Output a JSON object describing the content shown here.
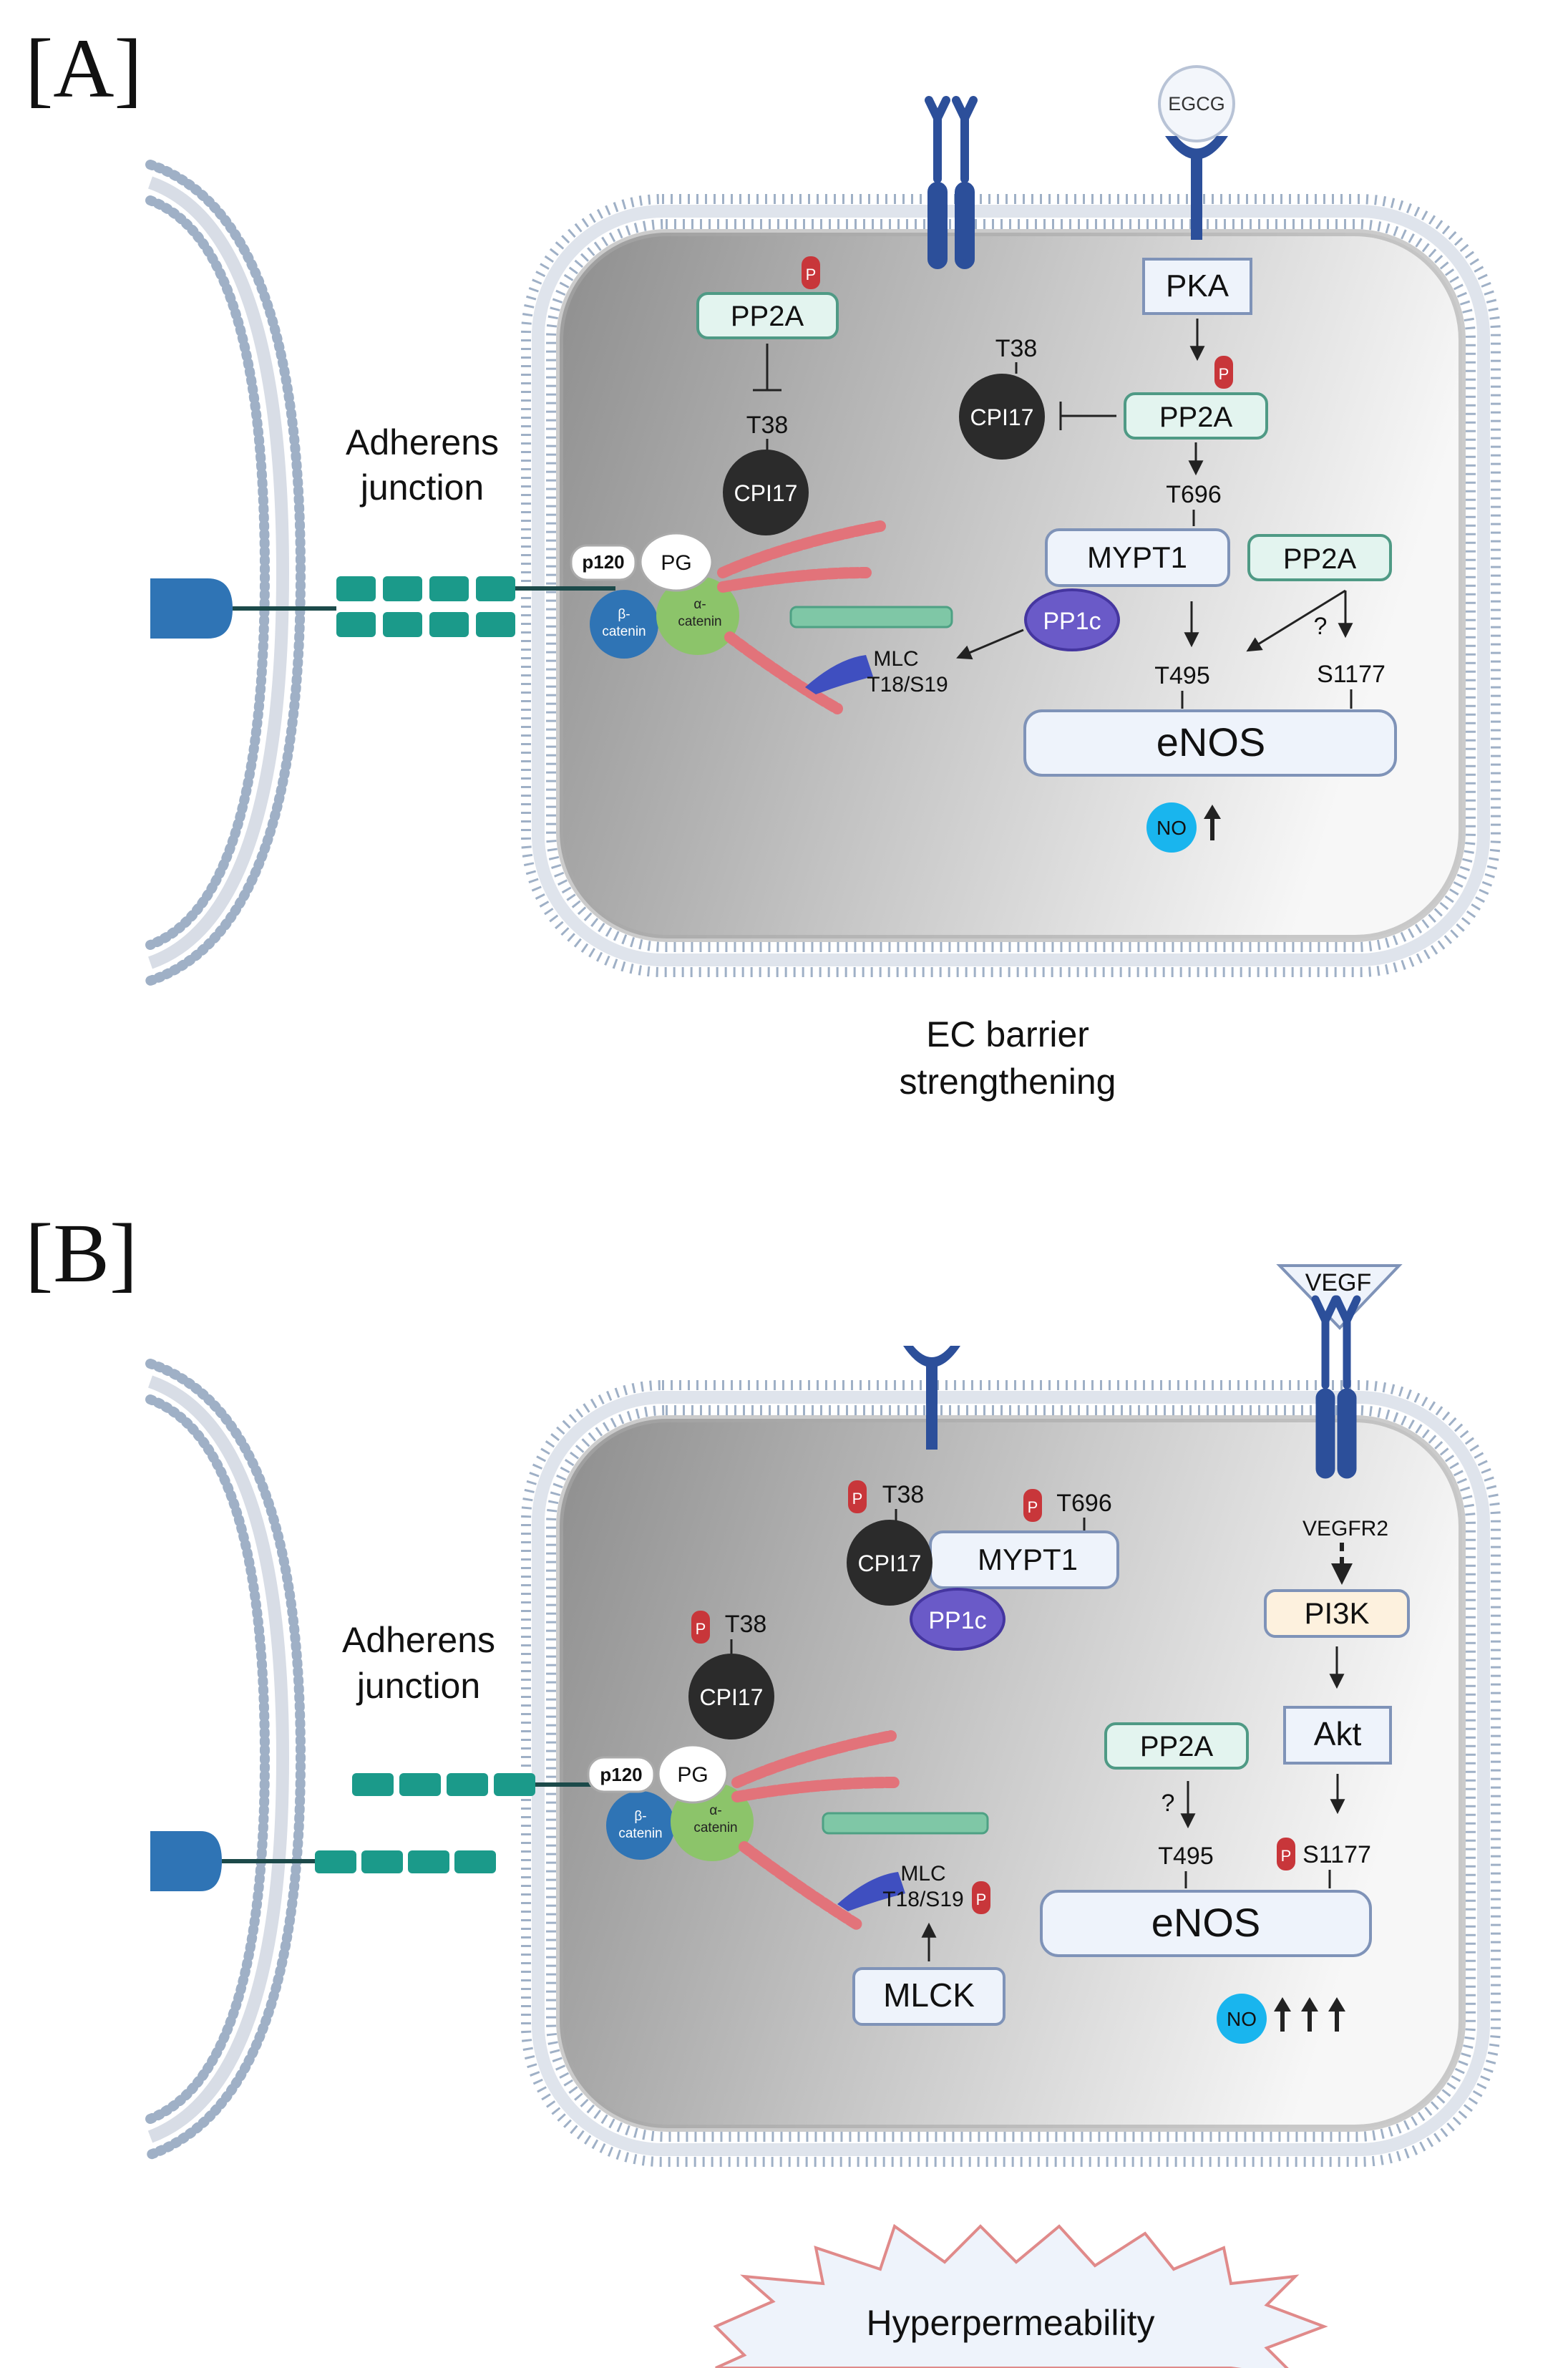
{
  "panelA": {
    "panel_label": "[A]",
    "ligand": "EGCG",
    "adherens_label_line1": "Adherens",
    "adherens_label_line2": "junction",
    "p_badge": "P",
    "pp2a_left": "PP2A",
    "t38_left": "T38",
    "cpi17_left": "CPI17",
    "pka": "PKA",
    "t38_right": "T38",
    "cpi17_right": "CPI17",
    "pp2a_right": "PP2A",
    "t696": "T696",
    "mypt1": "MYPT1",
    "pp2a_lower": "PP2A",
    "pp1c": "PP1c",
    "question": "?",
    "t495": "T495",
    "s1177": "S1177",
    "enos": "eNOS",
    "no": "NO",
    "p120": "p120",
    "pg": "PG",
    "beta_catenin_1": "β-",
    "beta_catenin_2": "catenin",
    "alpha_catenin_1": "α-",
    "alpha_catenin_2": "catenin",
    "mlc_1": "MLC",
    "mlc_2": "T18/S19",
    "outcome_line1": "EC barrier",
    "outcome_line2": "strengthening"
  },
  "panelB": {
    "panel_label": "[B]",
    "ligand": "VEGF",
    "receptor": "VEGFR2",
    "adherens_label_line1": "Adherens",
    "adherens_label_line2": "junction",
    "p_badge": "P",
    "t38_top": "T38",
    "t696": "T696",
    "cpi17_top": "CPI17",
    "mypt1": "MYPT1",
    "pp1c": "PP1c",
    "t38_left": "T38",
    "cpi17_left": "CPI17",
    "pi3k": "PI3K",
    "akt": "Akt",
    "pp2a": "PP2A",
    "question": "?",
    "t495": "T495",
    "s1177": "S1177",
    "enos": "eNOS",
    "no": "NO",
    "p120": "p120",
    "pg": "PG",
    "beta_catenin_1": "β-",
    "beta_catenin_2": "catenin",
    "alpha_catenin_1": "α-",
    "alpha_catenin_2": "catenin",
    "mlc_1": "MLC",
    "mlc_2": "T18/S19",
    "mlck": "MLCK",
    "outcome": "Hyperpermeability"
  },
  "colors": {
    "cell_fill_dark": "#9a9a9a",
    "cell_fill_light": "#f4f4f4",
    "membrane_dot": "#9fb0c6",
    "box_teal_fill": "#e3f4ef",
    "box_teal_stroke": "#4f9a85",
    "box_blue_fill": "#eef3fb",
    "box_blue_stroke": "#7f93b8",
    "cpi17": "#2b2b2b",
    "pp1c": "#6a5ac8",
    "beta_catenin": "#2f74b5",
    "alpha_catenin": "#8cc46a",
    "junction_teal": "#1b9a8a",
    "phospho_red": "#c8363a",
    "no_cyan": "#19b5ee",
    "receptor_blue": "#2c4f9a",
    "pi3k_fill": "#fdf1de"
  }
}
